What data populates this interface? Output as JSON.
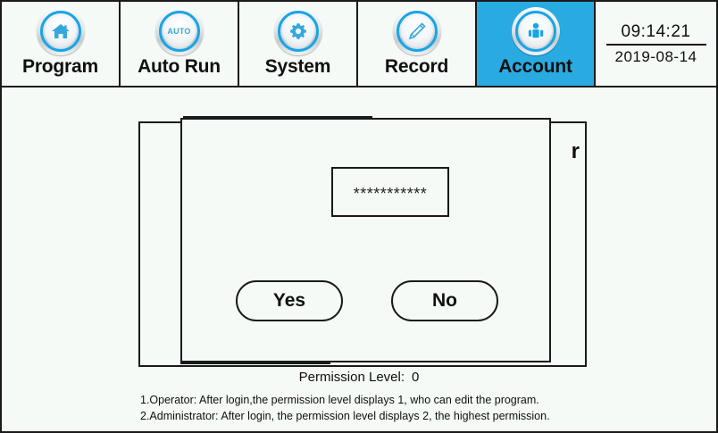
{
  "navbar": {
    "tabs": [
      {
        "label": "Program",
        "icon": "home-icon",
        "active": false
      },
      {
        "label": "Auto Run",
        "icon": "auto-icon",
        "active": false
      },
      {
        "label": "System",
        "icon": "gear-icon",
        "active": false
      },
      {
        "label": "Record",
        "icon": "pencil-icon",
        "active": false
      },
      {
        "label": "Account",
        "icon": "person-icon",
        "active": true
      }
    ],
    "auto_icon_text": "AUTO",
    "clock": {
      "time": "09:14:21",
      "date": "2019-08-14"
    },
    "active_tab_color": "#29abe2"
  },
  "account_panel": {
    "partial_user_label": "r"
  },
  "modal": {
    "password_value": "***********",
    "password_placeholder": "",
    "yes_label": "Yes",
    "no_label": "No"
  },
  "footer": {
    "permission_label": "Permission Level:",
    "permission_value": "0",
    "help_line_1": "1.Operator: After login,the permission level displays 1, who can edit the program.",
    "help_line_2": "2.Administrator: After login, the permission level displays 2, the highest permission."
  }
}
